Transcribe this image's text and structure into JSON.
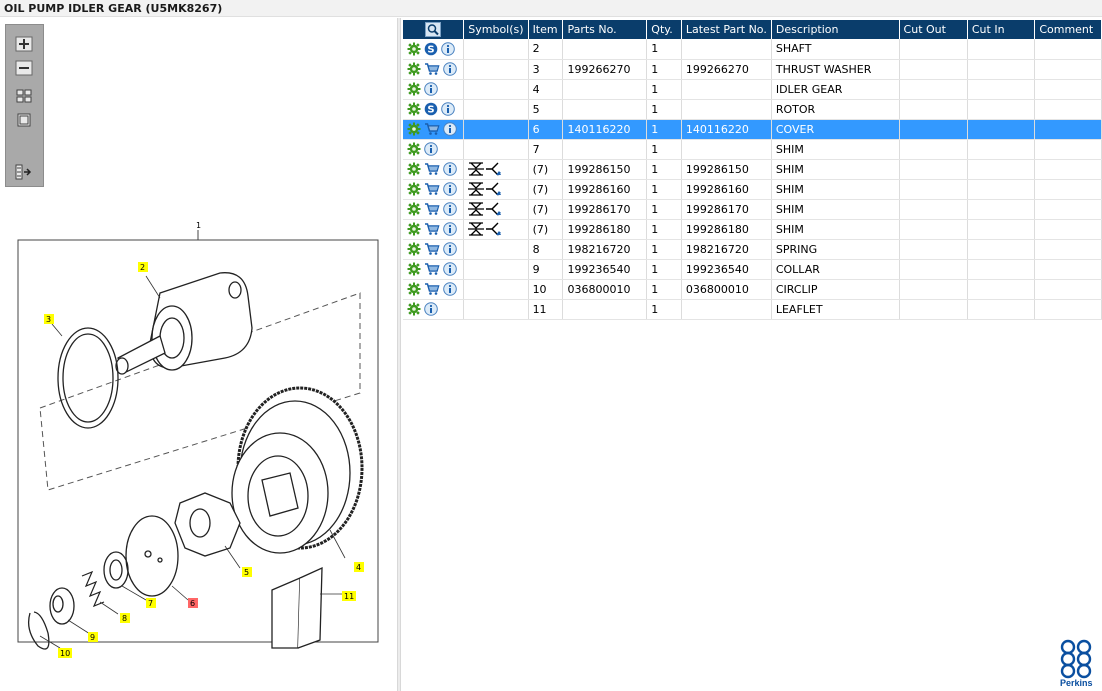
{
  "window": {
    "title": "OIL PUMP IDLER GEAR (U5MK8267)"
  },
  "table": {
    "columns": [
      "",
      "Symbol(s)",
      "Item",
      "Parts No.",
      "Qty.",
      "Latest Part No.",
      "Description",
      "Cut Out",
      "Cut In",
      "Comment"
    ],
    "rows": [
      {
        "icons": [
          "gear-icon",
          "s-badge-icon",
          "info-icon"
        ],
        "symbols": false,
        "item": "2",
        "part_no": "",
        "qty": "1",
        "latest": "",
        "desc": "SHAFT",
        "selected": false
      },
      {
        "icons": [
          "gear-icon",
          "cart-icon",
          "info-icon"
        ],
        "symbols": false,
        "item": "3",
        "part_no": "199266270",
        "qty": "1",
        "latest": "199266270",
        "desc": "THRUST WASHER",
        "selected": false
      },
      {
        "icons": [
          "gear-icon",
          "info-icon"
        ],
        "symbols": false,
        "item": "4",
        "part_no": "",
        "qty": "1",
        "latest": "",
        "desc": "IDLER GEAR",
        "selected": false
      },
      {
        "icons": [
          "gear-icon",
          "s-badge-icon",
          "info-icon"
        ],
        "symbols": false,
        "item": "5",
        "part_no": "",
        "qty": "1",
        "latest": "",
        "desc": "ROTOR",
        "selected": false
      },
      {
        "icons": [
          "gear-icon",
          "cart-icon",
          "info-icon"
        ],
        "symbols": false,
        "item": "6",
        "part_no": "140116220",
        "qty": "1",
        "latest": "140116220",
        "desc": "COVER",
        "selected": true
      },
      {
        "icons": [
          "gear-icon",
          "info-icon"
        ],
        "symbols": false,
        "item": "7",
        "part_no": "",
        "qty": "1",
        "latest": "",
        "desc": "SHIM",
        "selected": false
      },
      {
        "icons": [
          "gear-icon",
          "cart-icon",
          "info-icon"
        ],
        "symbols": true,
        "item": "(7)",
        "part_no": "199286150",
        "qty": "1",
        "latest": "199286150",
        "desc": "SHIM",
        "selected": false
      },
      {
        "icons": [
          "gear-icon",
          "cart-icon",
          "info-icon"
        ],
        "symbols": true,
        "item": "(7)",
        "part_no": "199286160",
        "qty": "1",
        "latest": "199286160",
        "desc": "SHIM",
        "selected": false
      },
      {
        "icons": [
          "gear-icon",
          "cart-icon",
          "info-icon"
        ],
        "symbols": true,
        "item": "(7)",
        "part_no": "199286170",
        "qty": "1",
        "latest": "199286170",
        "desc": "SHIM",
        "selected": false
      },
      {
        "icons": [
          "gear-icon",
          "cart-icon",
          "info-icon"
        ],
        "symbols": true,
        "item": "(7)",
        "part_no": "199286180",
        "qty": "1",
        "latest": "199286180",
        "desc": "SHIM",
        "selected": false
      },
      {
        "icons": [
          "gear-icon",
          "cart-icon",
          "info-icon"
        ],
        "symbols": false,
        "item": "8",
        "part_no": "198216720",
        "qty": "1",
        "latest": "198216720",
        "desc": "SPRING",
        "selected": false
      },
      {
        "icons": [
          "gear-icon",
          "cart-icon",
          "info-icon"
        ],
        "symbols": false,
        "item": "9",
        "part_no": "199236540",
        "qty": "1",
        "latest": "199236540",
        "desc": "COLLAR",
        "selected": false
      },
      {
        "icons": [
          "gear-icon",
          "cart-icon",
          "info-icon"
        ],
        "symbols": false,
        "item": "10",
        "part_no": "036800010",
        "qty": "1",
        "latest": "036800010",
        "desc": "CIRCLIP",
        "selected": false
      },
      {
        "icons": [
          "gear-icon",
          "info-icon"
        ],
        "symbols": false,
        "item": "11",
        "part_no": "",
        "qty": "1",
        "latest": "",
        "desc": "LEAFLET",
        "selected": false
      }
    ]
  },
  "toolbox": {
    "tools": [
      "zoom-in-icon",
      "zoom-out-icon",
      "fit-all-icon",
      "fit-window-icon",
      "sync-list-icon"
    ]
  },
  "drawing": {
    "labels": [
      {
        "text": "1",
        "highlight": "none"
      },
      {
        "text": "2",
        "highlight": "yellow"
      },
      {
        "text": "3",
        "highlight": "yellow"
      },
      {
        "text": "4",
        "highlight": "yellow"
      },
      {
        "text": "5",
        "highlight": "yellow"
      },
      {
        "text": "6",
        "highlight": "red"
      },
      {
        "text": "7",
        "highlight": "yellow"
      },
      {
        "text": "8",
        "highlight": "yellow"
      },
      {
        "text": "9",
        "highlight": "yellow"
      },
      {
        "text": "10",
        "highlight": "yellow"
      },
      {
        "text": "11",
        "highlight": "yellow"
      }
    ]
  },
  "brand": {
    "name": "Perkins",
    "color": "#0a4fa0"
  },
  "colors": {
    "header": "#0a3d6b",
    "selection": "#3399ff",
    "label_yellow": "#ffff00",
    "label_red": "#ff6666"
  }
}
